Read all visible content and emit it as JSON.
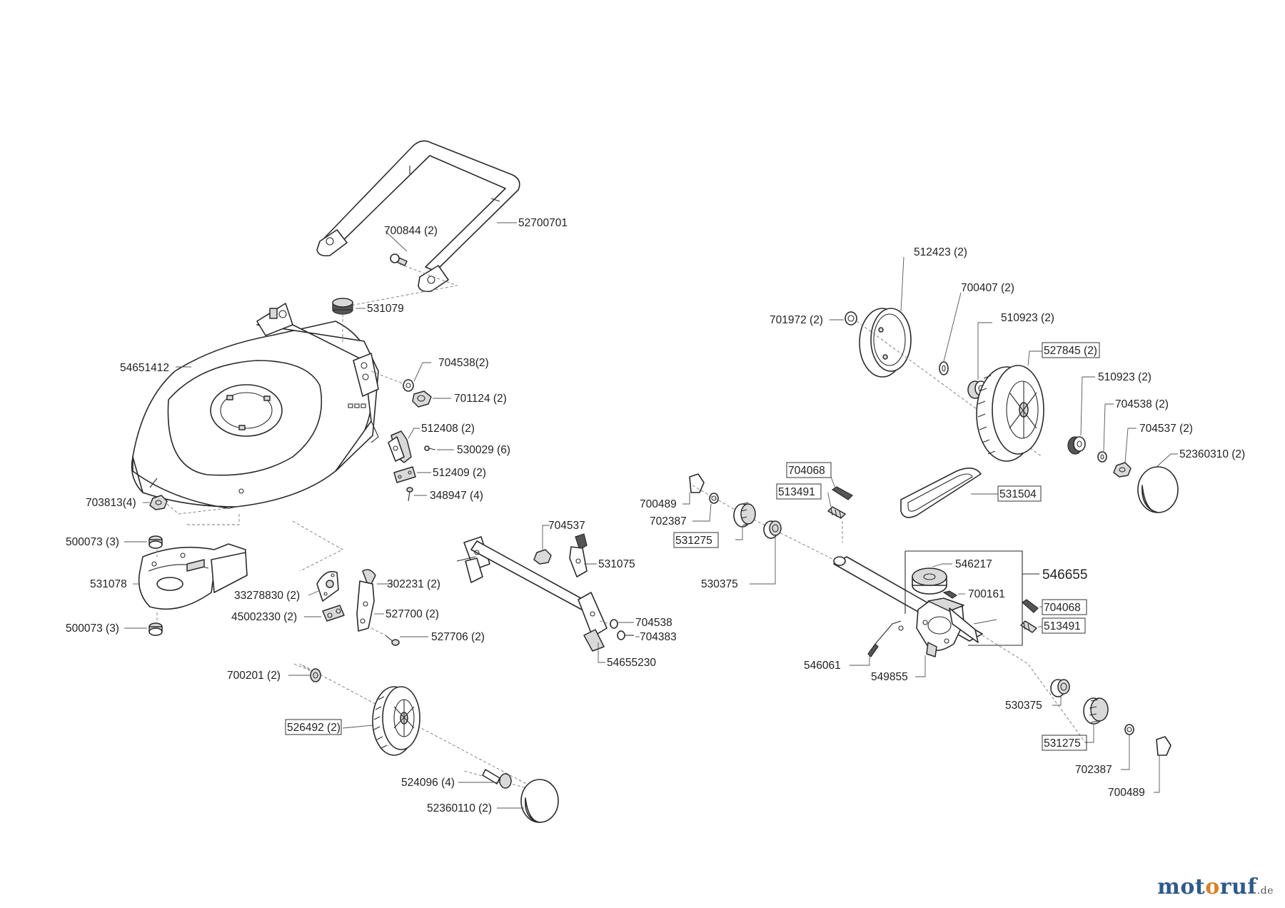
{
  "labels": {
    "handle": "52700701",
    "handle_bolt": "700844 (2)",
    "damper": "531079",
    "deck": "54651412",
    "washer_a": "704538(2)",
    "nut_a": "701124 (2)",
    "bracket": "512408 (2)",
    "screw_a": "530029 (6)",
    "plate": "512409 (2)",
    "screw_b": "348947 (4)",
    "nut_deck": "703813(4)",
    "insert_top": "500073 (3)",
    "chute": "531078",
    "insert_bottom": "500073 (3)",
    "lever": "33278830 (2)",
    "lever_plate": "45002330 (2)",
    "height_lever": "302231 (2)",
    "height_lever_b": "527700 (2)",
    "pin_a": "527706 (2)",
    "bushing_front": "700201 (2)",
    "wheel_front": "526492 (2)",
    "axle_bolt": "524096 (4)",
    "cap_front": "52360110 (2)",
    "rear_nut": "704537",
    "rear_lever": "531075",
    "rear_washer": "704538",
    "rear_bolt": "704383",
    "rear_axle": "54655230",
    "gear_cover": "512423 (2)",
    "washer_b": "700407 (2)",
    "washer_c": "701972 (2)",
    "bearing_a": "510923 (2)",
    "wheel_rear": "527845 (2)",
    "bearing_b": "510923 (2)",
    "washer_d": "704538 (2)",
    "nut_b": "704537 (2)",
    "cap_rear": "52360310 (2)",
    "spring_a": "704068",
    "spring_b": "513491",
    "clip_a": "700489",
    "ring_a": "702387",
    "pinion_a": "531275",
    "clutch_a": "530375",
    "belt": "531504",
    "pulley": "546217",
    "gearbox": "546655",
    "key": "700161",
    "spring_c": "704068",
    "spring_d": "513491",
    "cable": "546061",
    "gear_part": "549855",
    "clutch_b": "530375",
    "pinion_b": "531275",
    "ring_b": "702387",
    "clip_b": "700489"
  },
  "watermark": {
    "part_a": "mot",
    "part_b": "o",
    "part_c": "ruf",
    "suffix": ".de"
  }
}
